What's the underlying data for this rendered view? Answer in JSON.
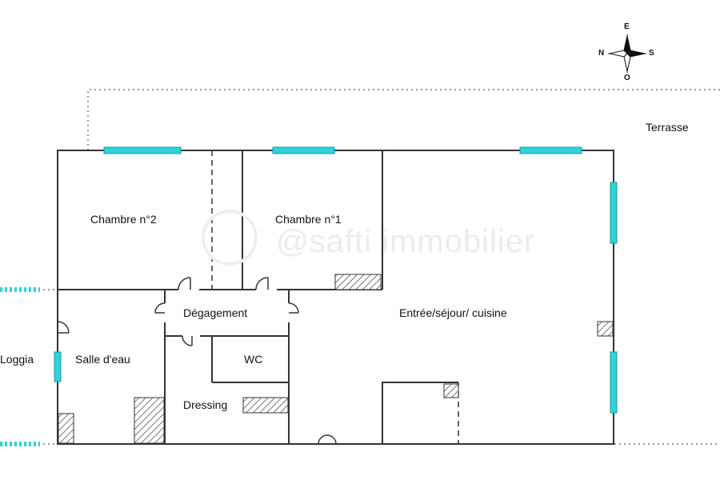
{
  "watermark": {
    "text": "@safti immobilier"
  },
  "compass": {
    "north": "N",
    "south": "S",
    "east": "E",
    "west": "O"
  },
  "rooms": {
    "terrasse": "Terrasse",
    "chambre_2": "Chambre n°2",
    "chambre_1": "Chambre n°1",
    "degagement": "Dégagement",
    "sejour": "Entrée/séjour/ cuisine",
    "loggia": "Loggia",
    "salle_eau": "Salle d'eau",
    "wc": "WC",
    "dressing": "Dressing"
  },
  "colors": {
    "wall": "#333333",
    "window": "#2ed3d9",
    "window_border": "#1e9aa0",
    "hatch": "#555555",
    "watermark": "#ececec"
  }
}
